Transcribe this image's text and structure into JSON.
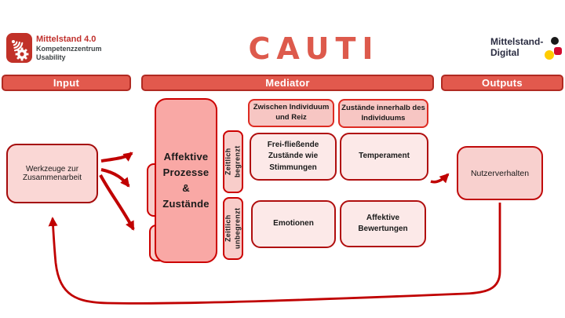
{
  "title": "CAUTI",
  "branding": {
    "left": {
      "line1": "Mittelstand 4.0",
      "line2": "Kompetenzzentrum",
      "line3": "Usability"
    },
    "right": {
      "line1": "Mittelstand-",
      "line2": "Digital"
    }
  },
  "columns": {
    "input": "Input",
    "mediator": "Mediator",
    "outputs": "Outputs"
  },
  "diagram": {
    "input_box": "Werkzeuge zur\nZusammenarbeit",
    "core_box": "Affektive\nProzesse\n&\nZustände",
    "mediator": {
      "headers": [
        "Zwischen Individuum\nund Reiz",
        "Zustände innerhalb des\nIndividuums"
      ],
      "row_labels": [
        "Zeitlich\nbegrenzt",
        "Zeitlich\nunbegrenzt"
      ],
      "cells": [
        [
          "Frei-fließende\nZustände wie\nStimmungen",
          "Temperament"
        ],
        [
          "Emotionen",
          "Affektive\nBewertungen"
        ]
      ]
    },
    "output_box": "Nutzerverhalten"
  },
  "colors": {
    "accent_salmon": "#e2594d",
    "bar_border": "#b02a22",
    "dark_red_arrow": "#c00000",
    "core_fill": "#f9a8a5",
    "header_fill": "#f7c6c3",
    "cell_fill": "#fce9e8",
    "node_fill": "#fad7d5",
    "title_color": "#dd5a4c",
    "logo_red": "#c0302c",
    "logo_gray": "#3f4547",
    "logo_navy": "#2b2d42",
    "dot_black": "#1a1a1a",
    "dot_red": "#d20a2e",
    "dot_yellow": "#ffcc00"
  }
}
